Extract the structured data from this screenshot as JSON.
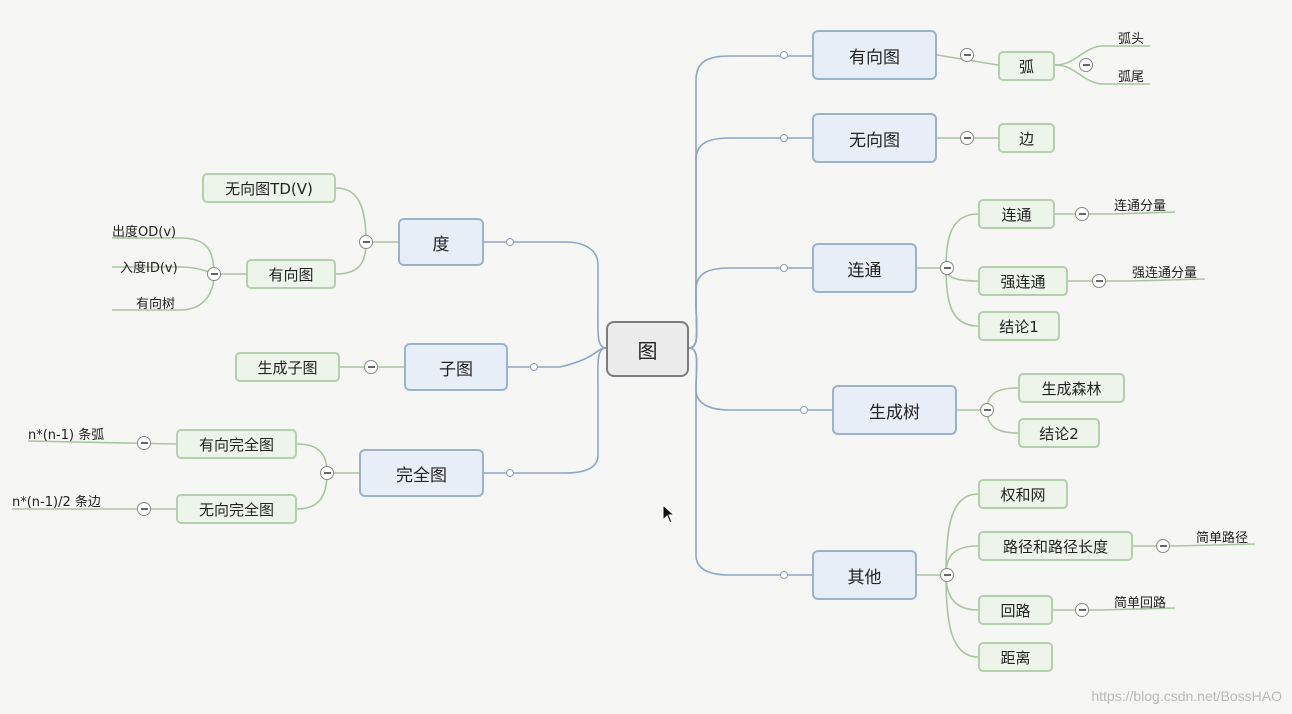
{
  "root": {
    "label": "图"
  },
  "right": {
    "directed": {
      "label": "有向图",
      "arc": "弧",
      "arc_head": "弧头",
      "arc_tail": "弧尾"
    },
    "undirected": {
      "label": "无向图",
      "edge": "边"
    },
    "connected": {
      "label": "连通",
      "c1": "连通",
      "c1_leaf": "连通分量",
      "c2": "强连通",
      "c2_leaf": "强连通分量",
      "c3": "结论1"
    },
    "spanning": {
      "label": "生成树",
      "s1": "生成森林",
      "s2": "结论2"
    },
    "other": {
      "label": "其他",
      "o1": "权和网",
      "o2": "路径和路径长度",
      "o2_leaf": "简单路径",
      "o3": "回路",
      "o3_leaf": "简单回路",
      "o4": "距离"
    }
  },
  "left": {
    "degree": {
      "label": "度",
      "d1": "无向图TD(V)",
      "d2": "有向图",
      "d2_leaves": [
        "出度OD(v)",
        "入度ID(v)",
        "有向树"
      ]
    },
    "subgraph": {
      "label": "子图",
      "s1": "生成子图"
    },
    "complete": {
      "label": "完全图",
      "c1": "有向完全图",
      "c1_leaf": "n*(n-1) 条弧",
      "c2": "无向完全图",
      "c2_leaf": "n*(n-1)/2 条边"
    }
  },
  "watermark": "https://blog.csdn.net/BossHAO",
  "colors": {
    "main_fill": "#e8eef8",
    "main_border": "#9cb1cc",
    "sub_fill": "#edf5ea",
    "sub_border": "#b4cfae",
    "line": "#8a9cb6"
  }
}
